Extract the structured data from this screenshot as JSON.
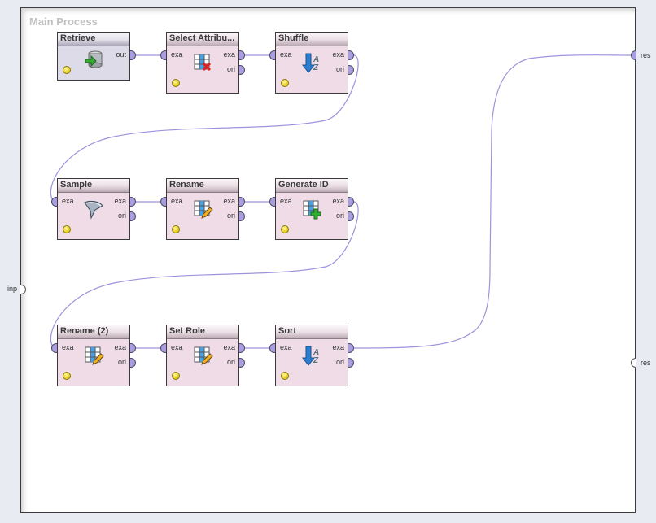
{
  "process": {
    "title": "Main Process"
  },
  "side_ports": {
    "input": [
      {
        "label": "inp"
      }
    ],
    "output": [
      {
        "label": "res",
        "connected": true
      },
      {
        "label": "res",
        "connected": false
      }
    ]
  },
  "operators": [
    {
      "id": "retrieve",
      "name": "Retrieve",
      "icon": "database-retrieve-icon",
      "inputs": [],
      "outputs": [
        "out"
      ]
    },
    {
      "id": "select-attributes",
      "name": "Select Attribu...",
      "icon": "table-remove-icon",
      "inputs": [
        "exa"
      ],
      "outputs": [
        "exa",
        "ori"
      ]
    },
    {
      "id": "shuffle",
      "name": "Shuffle",
      "icon": "sort-az-icon",
      "inputs": [
        "exa"
      ],
      "outputs": [
        "exa",
        "ori"
      ]
    },
    {
      "id": "sample",
      "name": "Sample",
      "icon": "funnel-icon",
      "inputs": [
        "exa"
      ],
      "outputs": [
        "exa",
        "ori"
      ]
    },
    {
      "id": "rename",
      "name": "Rename",
      "icon": "table-edit-icon",
      "inputs": [
        "exa"
      ],
      "outputs": [
        "exa",
        "ori"
      ]
    },
    {
      "id": "generate-id",
      "name": "Generate ID",
      "icon": "table-add-icon",
      "inputs": [
        "exa"
      ],
      "outputs": [
        "exa",
        "ori"
      ]
    },
    {
      "id": "rename-2",
      "name": "Rename (2)",
      "icon": "table-edit-icon",
      "inputs": [
        "exa"
      ],
      "outputs": [
        "exa",
        "ori"
      ]
    },
    {
      "id": "set-role",
      "name": "Set Role",
      "icon": "table-edit-icon",
      "inputs": [
        "exa"
      ],
      "outputs": [
        "exa",
        "ori"
      ]
    },
    {
      "id": "sort",
      "name": "Sort",
      "icon": "sort-az-icon",
      "inputs": [
        "exa"
      ],
      "outputs": [
        "exa",
        "ori"
      ]
    }
  ],
  "connections": [
    {
      "from": "Retrieve.out",
      "to": "Select Attributes.exa"
    },
    {
      "from": "Select Attributes.exa",
      "to": "Shuffle.exa"
    },
    {
      "from": "Shuffle.exa",
      "to": "Sample.exa"
    },
    {
      "from": "Sample.exa",
      "to": "Rename.exa"
    },
    {
      "from": "Rename.exa",
      "to": "Generate ID.exa"
    },
    {
      "from": "Generate ID.exa",
      "to": "Rename (2).exa"
    },
    {
      "from": "Rename (2).exa",
      "to": "Set Role.exa"
    },
    {
      "from": "Set Role.exa",
      "to": "Sort.exa"
    },
    {
      "from": "Sort.exa",
      "to": "Process.res"
    }
  ],
  "colors": {
    "wire": "#9c94dc",
    "operator_body": "#f0dce6",
    "retrieve_body": "#dedbe8",
    "port": "#a89ee0",
    "status_led": "#e8d020"
  }
}
